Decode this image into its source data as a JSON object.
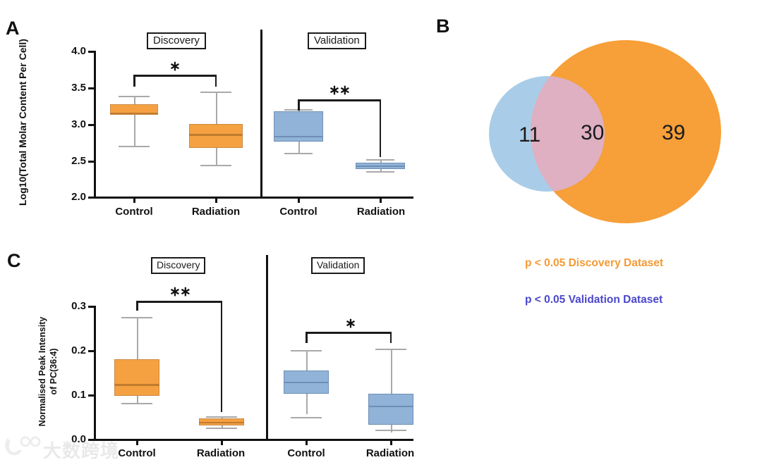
{
  "figure": {
    "panels": [
      {
        "id": "A",
        "label": "A"
      },
      {
        "id": "B",
        "label": "B"
      },
      {
        "id": "C",
        "label": "C"
      }
    ],
    "group_titles": {
      "discovery": "Discovery",
      "validation": "Validation"
    },
    "category_labels": {
      "control": "Control",
      "radiation": "Radiation"
    },
    "significance": {
      "one_star": "∗",
      "two_star": "∗∗"
    }
  },
  "colors": {
    "orange_fill": "#F5A142",
    "orange_stroke": "#C98A44",
    "blue_fill": "#90B3D7",
    "blue_stroke": "#6E8FB5",
    "venn_blue": "#A9CDE8",
    "venn_orange": "#F79F38",
    "venn_overlap": "#DFAFC2",
    "legend_orange": "#F49A36",
    "legend_blue": "#4A47CC",
    "axis": "#111111",
    "whisker": "#A9A9A9"
  },
  "chart_data": [
    {
      "type": "box",
      "panel": "A",
      "title": "",
      "ylabel": "Log10(Total Molar Content Per Cell)",
      "xlabel": "",
      "ylim": [
        2.0,
        4.0
      ],
      "yticks": [
        2.0,
        2.5,
        3.0,
        3.5,
        4.0
      ],
      "ytick_labels": [
        "2.0",
        "2.5",
        "3.0",
        "3.5",
        "4.0"
      ],
      "grid": false,
      "groups": [
        "Discovery",
        "Validation"
      ],
      "boxes": [
        {
          "group": "Discovery",
          "category": "Control",
          "color": "orange",
          "whisker_low": 2.78,
          "q1": 3.08,
          "median": 3.13,
          "q3": 3.22,
          "whisker_high": 3.41
        },
        {
          "group": "Discovery",
          "category": "Radiation",
          "color": "orange",
          "whisker_low": 2.65,
          "q1": 2.75,
          "median": 2.86,
          "q3": 3.07,
          "whisker_high": 3.47
        },
        {
          "group": "Validation",
          "category": "Control",
          "color": "blue",
          "whisker_low": 2.61,
          "q1": 2.74,
          "median": 2.83,
          "q3": 3.17,
          "whisker_high": 3.2
        },
        {
          "group": "Validation",
          "category": "Radiation",
          "color": "blue",
          "whisker_low": 2.36,
          "q1": 2.4,
          "median": 2.42,
          "q3": 2.44,
          "whisker_high": 2.47
        }
      ],
      "annotations": [
        {
          "group": "Discovery",
          "from": "Control",
          "to": "Radiation",
          "text": "∗"
        },
        {
          "group": "Validation",
          "from": "Control",
          "to": "Radiation",
          "text": "∗∗"
        }
      ]
    },
    {
      "type": "venn",
      "panel": "B",
      "sets": [
        {
          "name": "p < 0.05 Validation Dataset",
          "only": 11,
          "color": "#A9CDE8"
        },
        {
          "name": "p < 0.05 Discovery Dataset",
          "only": 39,
          "color": "#F79F38"
        }
      ],
      "intersection": 30,
      "labels": {
        "left": "11",
        "center": "30",
        "right": "39"
      },
      "legend": [
        {
          "text": "p < 0.05 Discovery Dataset",
          "color": "#F49A36"
        },
        {
          "text": "p < 0.05 Validation Dataset",
          "color": "#4A47CC"
        }
      ]
    },
    {
      "type": "box",
      "panel": "C",
      "title": "",
      "ylabel": "Normalised Peak Intensity of PC(36:4)",
      "ylabel_line1": "Normalised Peak Intensity",
      "ylabel_line2": "of PC(36:4)",
      "xlabel": "",
      "ylim": [
        0.0,
        0.3
      ],
      "yticks": [
        0.0,
        0.1,
        0.2,
        0.3
      ],
      "ytick_labels": [
        "0.0",
        "0.1",
        "0.2",
        "0.3"
      ],
      "grid": false,
      "groups": [
        "Discovery",
        "Validation"
      ],
      "boxes": [
        {
          "group": "Discovery",
          "category": "Control",
          "color": "orange",
          "whisker_low": 0.074,
          "q1": 0.096,
          "median": 0.123,
          "q3": 0.179,
          "whisker_high": 0.274
        },
        {
          "group": "Discovery",
          "category": "Radiation",
          "color": "orange",
          "whisker_low": 0.023,
          "q1": 0.032,
          "median": 0.038,
          "q3": 0.046,
          "whisker_high": 0.05
        },
        {
          "group": "Validation",
          "category": "Control",
          "color": "blue",
          "whisker_low": 0.049,
          "q1": 0.101,
          "median": 0.128,
          "q3": 0.153,
          "whisker_high": 0.2
        },
        {
          "group": "Validation",
          "category": "Radiation",
          "color": "blue",
          "whisker_low": 0.022,
          "q1": 0.032,
          "median": 0.075,
          "q3": 0.102,
          "whisker_high": 0.203
        }
      ],
      "annotations": [
        {
          "group": "Discovery",
          "from": "Control",
          "to": "Radiation",
          "text": "∗∗"
        },
        {
          "group": "Validation",
          "from": "Control",
          "to": "Radiation",
          "text": "∗"
        }
      ]
    }
  ],
  "watermark": {
    "text": "大数跨境"
  }
}
